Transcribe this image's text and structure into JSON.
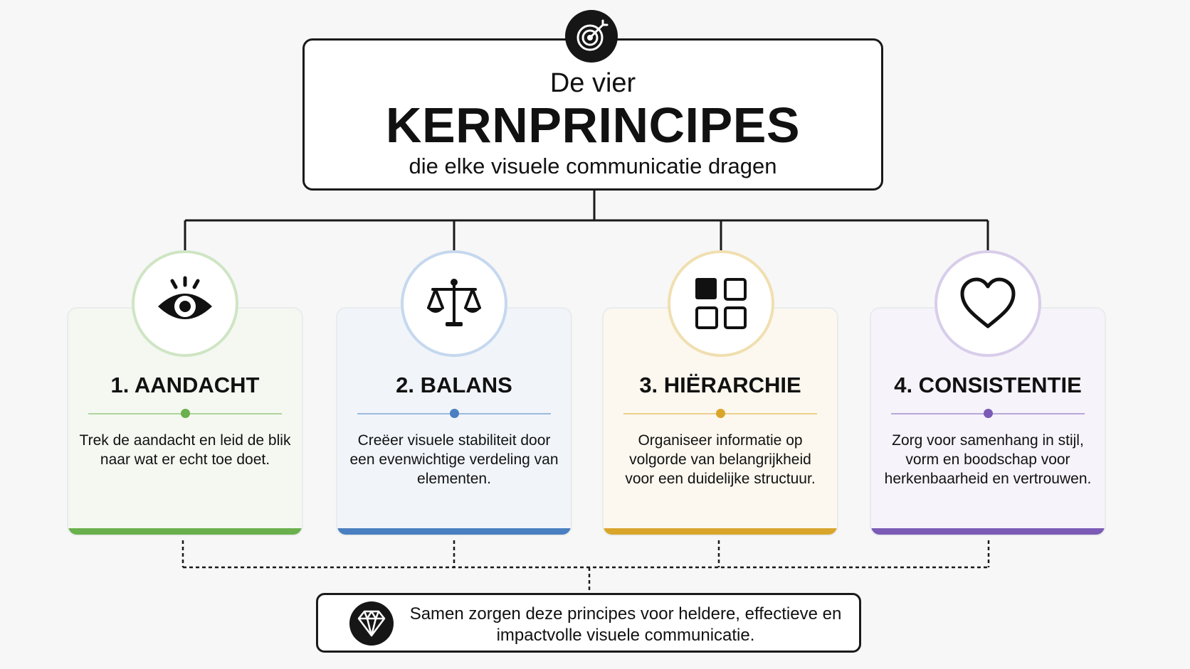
{
  "title": {
    "pre": "De vier",
    "main": "KERNPRINCIPES",
    "sub": "die elke visuele communicatie dragen"
  },
  "principles": [
    {
      "title": "1. AANDACHT",
      "text": "Trek de aandacht en leid de blik naar wat er echt toe doet.",
      "icon": "eye-icon",
      "color": "#6ab04c",
      "ring": "#cfe5c4",
      "bg": "#f4f8f1"
    },
    {
      "title": "2. BALANS",
      "text": "Creëer visuele stabiliteit door een evenwichtige verdeling van elementen.",
      "icon": "scale-icon",
      "color": "#4a7fc1",
      "ring": "#c5d8ee",
      "bg": "#f1f5fa"
    },
    {
      "title": "3. HIËRARCHIE",
      "text": "Organiseer informatie op volgorde van belangrijkheid voor een duidelijke structuur.",
      "icon": "grid-icon",
      "color": "#d9a52b",
      "ring": "#f0dfb0",
      "bg": "#fcf8ef"
    },
    {
      "title": "4. CONSISTENTIE",
      "text": "Zorg voor samenhang in stijl, vorm en boodschap voor herkenbaarheid en vertrouwen.",
      "icon": "heart-icon",
      "color": "#7b5bb6",
      "ring": "#d8cdea",
      "bg": "#f6f3fa"
    }
  ],
  "footer": {
    "text": "Samen zorgen deze principes voor heldere, effectieve en impactvolle visuele communicatie.",
    "icon": "diamond-icon"
  },
  "badge_icon": "target-icon"
}
